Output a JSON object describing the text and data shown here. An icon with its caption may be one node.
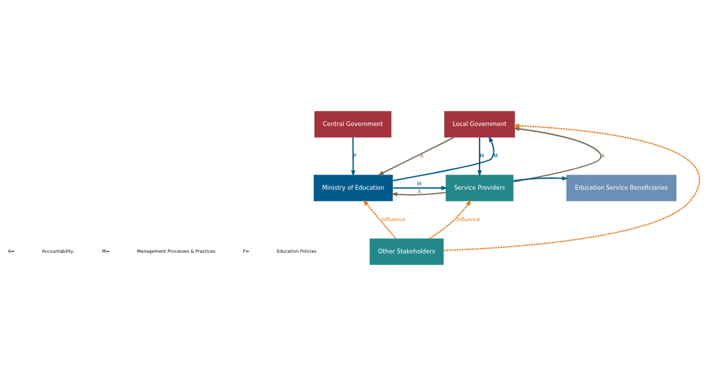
{
  "diagram": {
    "nodes": [
      {
        "text": [
          "Central Government"
        ]
      },
      {
        "text": [
          "Local Government"
        ]
      },
      {
        "text": [
          "Ministry of Education"
        ]
      },
      {
        "text": [
          "Service Providers"
        ]
      },
      {
        "text": [
          "Education Service Beneficiaries"
        ]
      },
      {
        "text": [
          "Other Stakeholders"
        ]
      }
    ],
    "edges": [
      {
        "from": 0,
        "to": 2,
        "arrow": "to",
        "label": "P",
        "color": "#005a8c"
      },
      {
        "from": 2,
        "to": 1,
        "arrow": "to",
        "label": "M",
        "color": "#005a8c"
      },
      {
        "from": 1,
        "to": 2,
        "arrow": "to",
        "label": "A",
        "color": "#7a6a55"
      },
      {
        "from": 1,
        "to": 3,
        "arrow": "to",
        "label": "M",
        "color": "#005a8c"
      },
      {
        "from": 3,
        "to": 1,
        "arrow": "to",
        "label": "A",
        "color": "#7a6a55"
      },
      {
        "from": 2,
        "to": 3,
        "arrow": "to",
        "label": "M",
        "color": "#005a8c"
      },
      {
        "from": 3,
        "to": 2,
        "arrow": "to",
        "label": "A",
        "color": "#7a6a55"
      },
      {
        "from": 3,
        "to": 4,
        "arrow": "to",
        "color": "#005a8c"
      },
      {
        "from": 5,
        "to": 1,
        "arrow": "to",
        "style": "dashed",
        "color": "#e07b1a"
      },
      {
        "from": 5,
        "to": 2,
        "arrow": "to",
        "label": "Influence",
        "style": "dashed",
        "color": "#e07b1a"
      },
      {
        "from": 5,
        "to": 3,
        "arrow": "to",
        "label": "Influence",
        "style": "dashed",
        "color": "#e07b1a"
      }
    ],
    "labels": [
      "A=",
      "Accountability,",
      "M=",
      "Management Processes & Practices",
      "P=",
      "Education Policies"
    ]
  }
}
